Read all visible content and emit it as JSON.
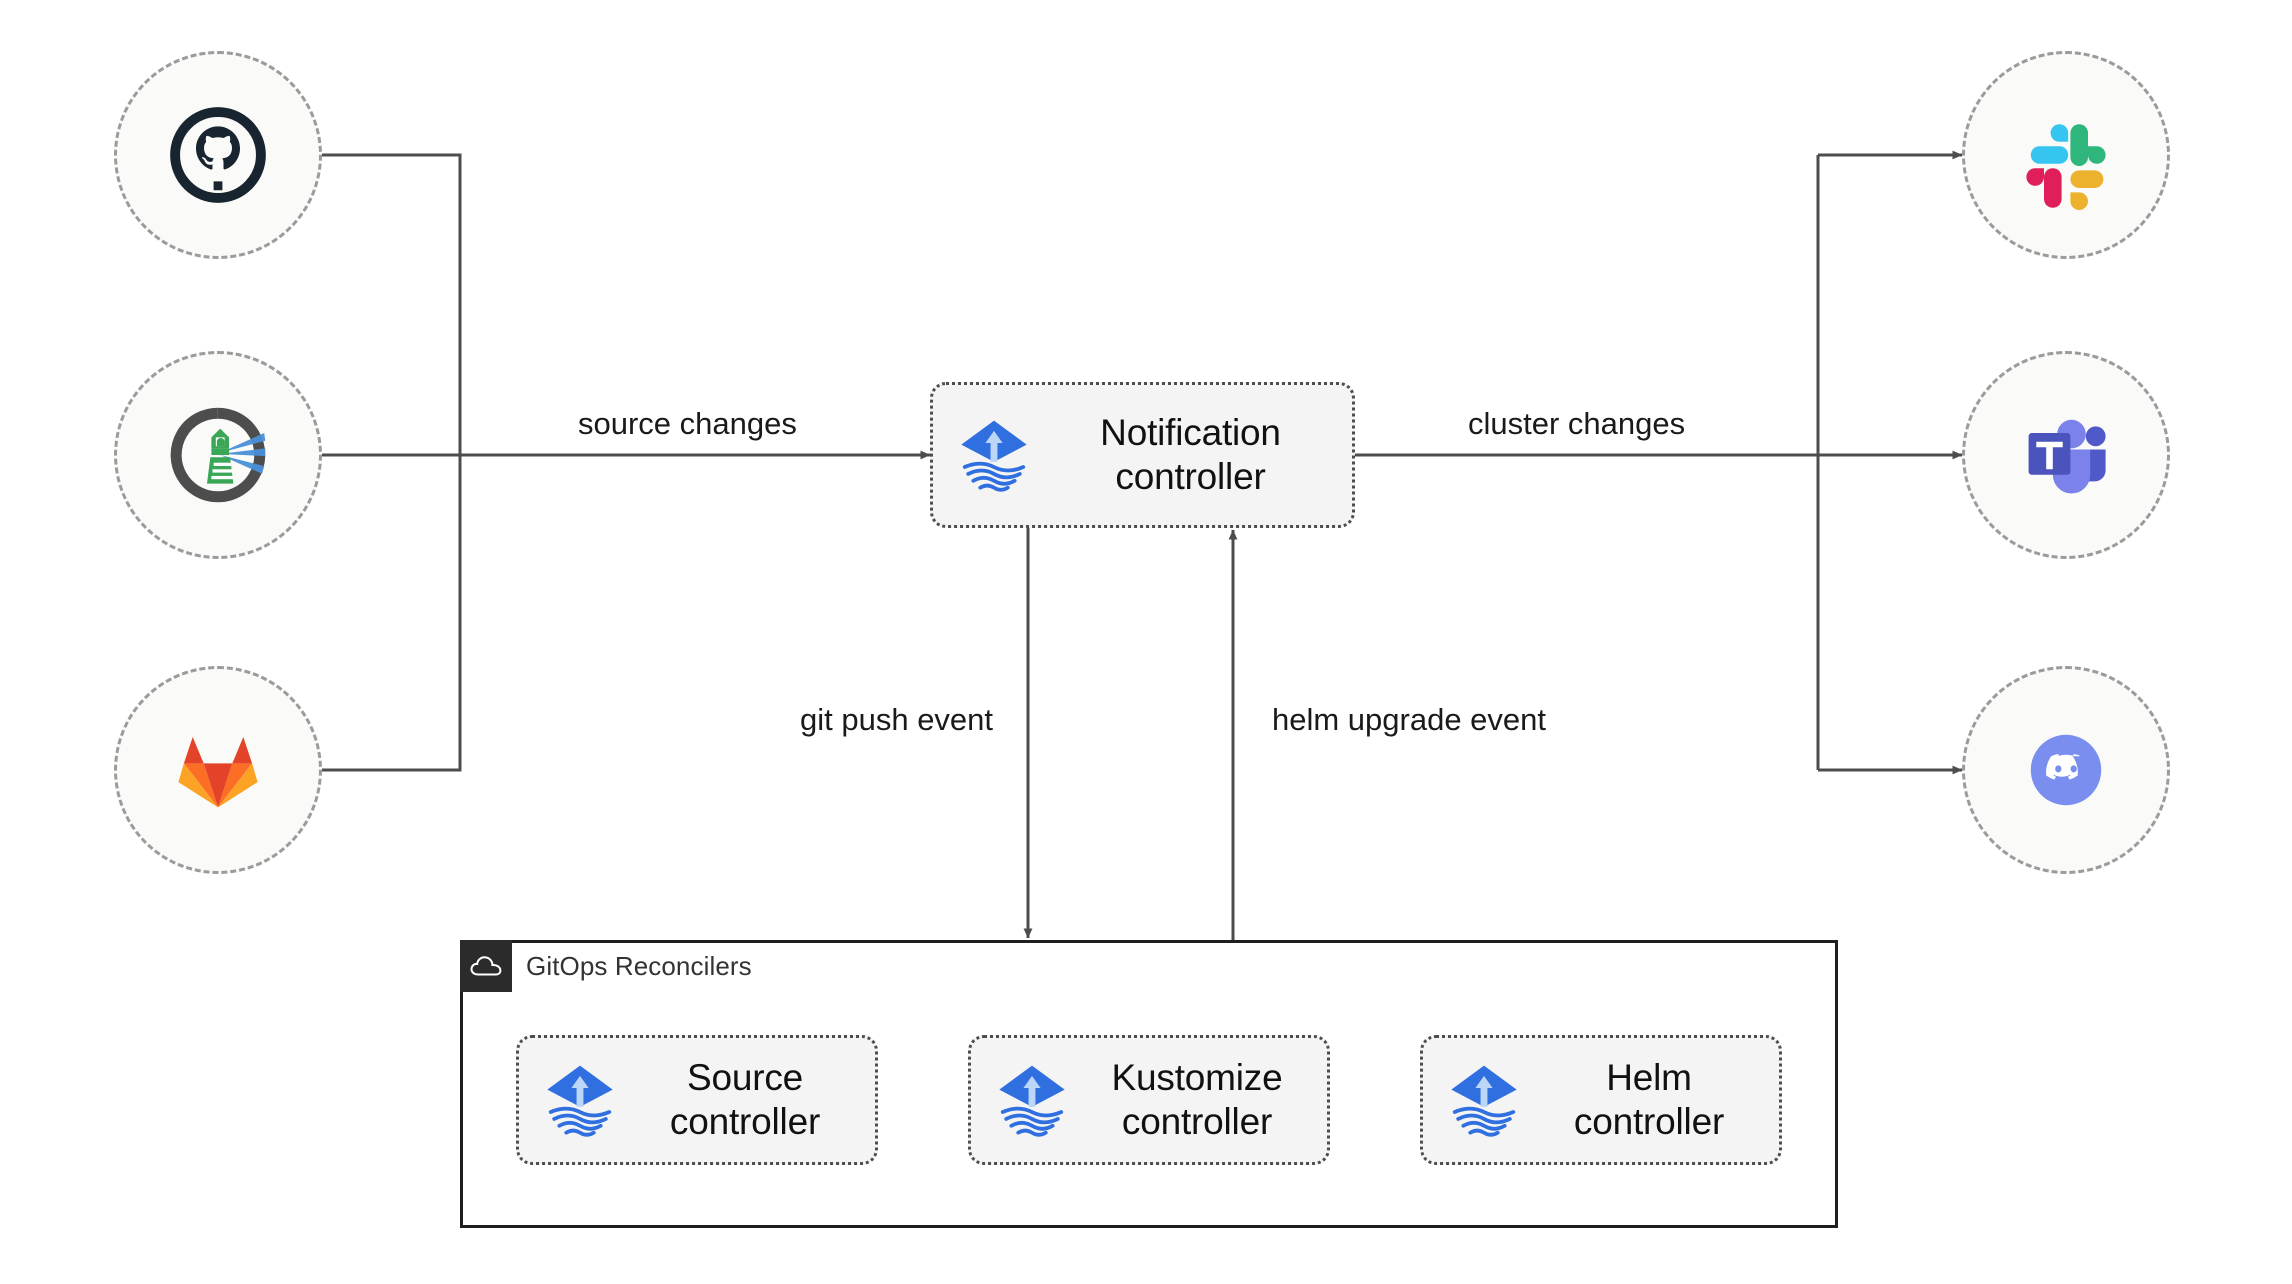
{
  "diagram": {
    "title": "Flux notification architecture",
    "background": "#ffffff",
    "line_color": "#4d4d4d"
  },
  "sources": [
    {
      "id": "github",
      "name": "GitHub",
      "icon": "github-icon",
      "color": "#18242f"
    },
    {
      "id": "flux",
      "name": "Flux",
      "icon": "flux-lighthouse-icon",
      "color": "#326ce5"
    },
    {
      "id": "gitlab",
      "name": "GitLab",
      "icon": "gitlab-icon",
      "color": "#e24329"
    }
  ],
  "destinations": [
    {
      "id": "slack",
      "name": "Slack",
      "icon": "slack-icon",
      "color": "#36c5f0"
    },
    {
      "id": "teams",
      "name": "Microsoft Teams",
      "icon": "microsoft-teams-icon",
      "color": "#5059c9"
    },
    {
      "id": "discord",
      "name": "Discord",
      "icon": "discord-icon",
      "color": "#7a8ef0"
    }
  ],
  "notification": {
    "label": "Notification\ncontroller",
    "icon": "flux-controller-icon"
  },
  "reconcilers": {
    "title": "GitOps Reconcilers",
    "badge_icon": "cloud-icon",
    "controllers": [
      {
        "id": "source",
        "label": "Source\ncontroller",
        "icon": "flux-controller-icon"
      },
      {
        "id": "kustomize",
        "label": "Kustomize\ncontroller",
        "icon": "flux-controller-icon"
      },
      {
        "id": "helm",
        "label": "Helm\ncontroller",
        "icon": "flux-controller-icon"
      }
    ]
  },
  "edges": {
    "source_changes": "source changes",
    "cluster_changes": "cluster changes",
    "git_push_event": "git push event",
    "helm_upgrade_event": "helm upgrade event"
  },
  "colors": {
    "node_fill": "#fafaf8",
    "node_border": "#9b9b9b",
    "box_fill": "#f4f4f4",
    "box_border": "#4d4d4d",
    "container_border": "#1f1f1f",
    "badge_fill": "#2b2b2b",
    "flux_blue": "#326ce5"
  }
}
